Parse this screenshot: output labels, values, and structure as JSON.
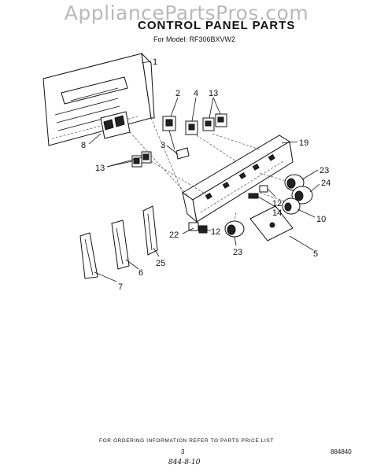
{
  "watermark": "AppliancePartsPros.com",
  "header": {
    "title": "CONTROL PANEL PARTS",
    "model": "For Model: RF306BXVW2"
  },
  "callouts": [
    "1",
    "2",
    "4",
    "13",
    "8",
    "3",
    "19",
    "13",
    "23",
    "24",
    "12",
    "14",
    "10",
    "22",
    "12",
    "25",
    "6",
    "23",
    "5",
    "7"
  ],
  "footer": {
    "note": "FOR ORDERING INFORMATION REFER TO PARTS PRICE LIST",
    "page_number": "3",
    "document_number": "884840",
    "handwritten_note": "844-8-10"
  }
}
